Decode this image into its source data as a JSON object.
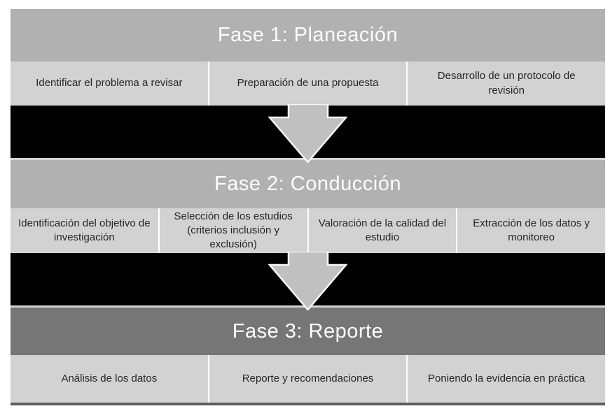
{
  "diagram": {
    "title_semantic": "Systematic review process phases flowchart",
    "phases": [
      {
        "title": "Fase 1: Planeación",
        "steps": [
          "Identificar el problema a revisar",
          "Preparación de una propuesta",
          "Desarrollo de un protocolo de revisión"
        ]
      },
      {
        "title": "Fase 2: Conducción",
        "steps": [
          "Identificación del objetivo de investigación",
          "Selección de los estudios (criterios inclusión y exclusión)",
          "Valoración de la calidad del estudio",
          "Extracción de los datos y monitoreo"
        ]
      },
      {
        "title": "Fase 3: Reporte",
        "steps": [
          "Análisis de los datos",
          "Reporte y recomendaciones",
          "Poniendo la evidencia en práctica"
        ]
      }
    ],
    "colors": {
      "phase1_header_bg": "#b1b1b1",
      "phase2_header_bg": "#b1b1b1",
      "phase3_header_bg": "#767676",
      "header_text": "#fdfdfd",
      "step_cell_bg": "#d2d2d2",
      "step_text": "#262626",
      "separator_band": "#000000",
      "arrow_fill": "#c0c0c0",
      "arrow_outline": "#f7f7f7",
      "bottom_rule": "#5e5e5e"
    }
  }
}
